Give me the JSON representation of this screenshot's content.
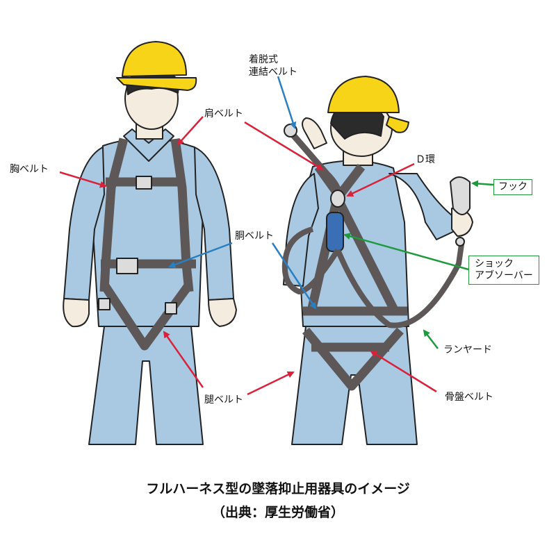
{
  "labels": {
    "mune_belt": "胸ベルト",
    "kata_belt": "肩ベルト",
    "dou_belt": "胴ベルト",
    "momo_belt": "腿ベルト",
    "chakudatsu_line1": "着脱式",
    "chakudatsu_line2": "連結ベルト",
    "d_kan": "Ｄ環",
    "hook": "フック",
    "shock_line1": "ショック",
    "shock_line2": "アブソーバー",
    "lanyard": "ランヤード",
    "kotsuban_belt": "骨盤ベルト"
  },
  "caption": {
    "line1": "フルハーネス型の墜落抑止用器具のイメージ",
    "line2": "（出典：厚生労働省）"
  },
  "colors": {
    "helmet": "#f7d417",
    "suit": "#a9c9e3",
    "strap": "#5d5757",
    "red_arrow": "#d9223a",
    "blue_arrow": "#2a7fc1",
    "green_arrow": "#1e9a3c",
    "absorber": "#3b6fb5"
  }
}
